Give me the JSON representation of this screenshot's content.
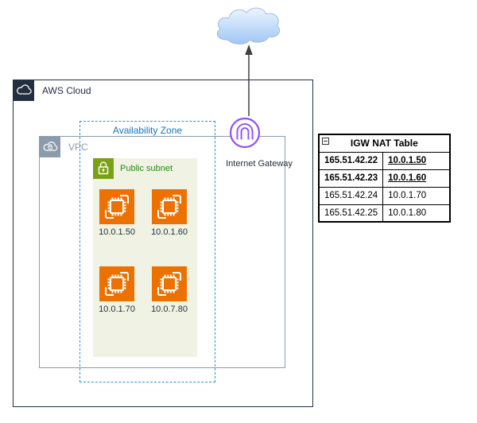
{
  "colors": {
    "aws_cloud_dark": "#232F3E",
    "vpc_gray": "#8C9BAB",
    "az_blue_border": "#2496D2",
    "az_blue_text": "#1273B5",
    "subnet_green_accent": "#7AA116",
    "subnet_green_text": "#248814",
    "subnet_fill": "#F0F3E4",
    "ec2_orange": "#ED7100",
    "igw_purple": "#8C4FFF",
    "internet_cloud_blue": "#9FC6F5",
    "table_border": "#000000"
  },
  "aws_cloud": {
    "label": "AWS Cloud"
  },
  "vpc": {
    "label": "VPC"
  },
  "availability_zone": {
    "label": "Availability Zone"
  },
  "public_subnet": {
    "label": "Public subnet",
    "instances": [
      {
        "ip": "10.0.1.50"
      },
      {
        "ip": "10.0.1.60"
      },
      {
        "ip": "10.0.1.70"
      },
      {
        "ip": "10.0.7.80"
      }
    ]
  },
  "internet_gateway": {
    "label": "Internet Gateway"
  },
  "nat_table": {
    "title": "IGW NAT Table",
    "rows": [
      {
        "public_ip": "165.51.42.22",
        "private_ip": "10.0.1.50",
        "highlighted": true
      },
      {
        "public_ip": "165.51.42.23",
        "private_ip": "10.0.1.60",
        "highlighted": true
      },
      {
        "public_ip": "165.51.42.24",
        "private_ip": "10.0.1.70",
        "highlighted": false
      },
      {
        "public_ip": "165.51.42.25",
        "private_ip": "10.0.1.80",
        "highlighted": false
      }
    ]
  }
}
